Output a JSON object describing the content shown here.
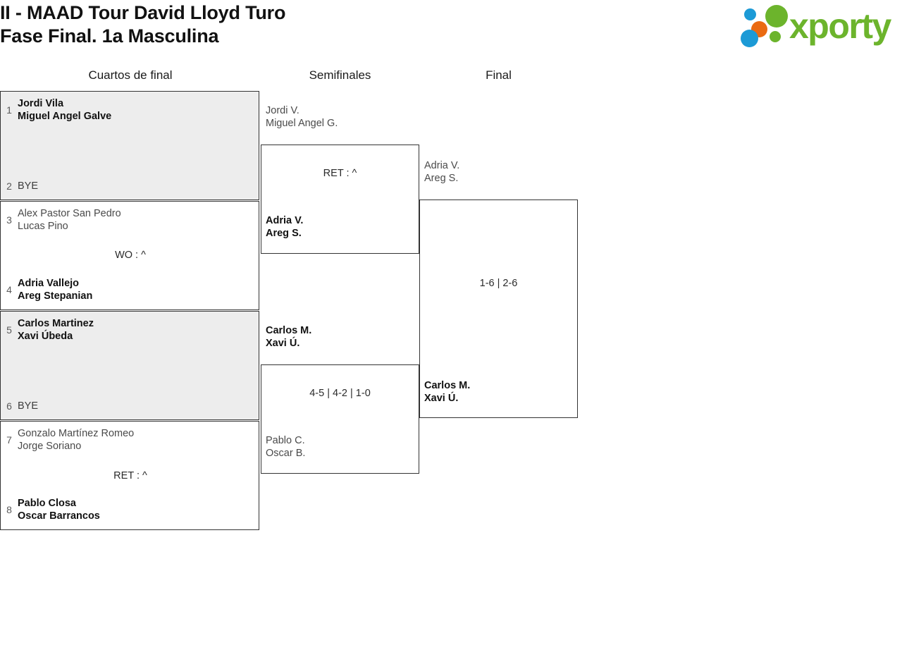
{
  "header": {
    "title_line_1": "II - MAAD Tour David Lloyd Turo",
    "title_line_2": "Fase Final. 1a Masculina",
    "logo_word": "xporty"
  },
  "rounds": [
    {
      "label": "Cuartos de final"
    },
    {
      "label": "Semifinales"
    },
    {
      "label": "Final"
    }
  ],
  "quarterfinals": [
    {
      "top": {
        "seed": "1",
        "player_1": "Jordi Vila",
        "player_2": "Miguel Angel Galve",
        "winner": true
      },
      "bottom": {
        "seed": "2",
        "bye_label": "BYE",
        "winner": false
      },
      "score": ""
    },
    {
      "top": {
        "seed": "3",
        "player_1": "Alex Pastor San Pedro",
        "player_2": "Lucas Pino",
        "winner": false
      },
      "bottom": {
        "seed": "4",
        "player_1": "Adria Vallejo",
        "player_2": "Areg Stepanian",
        "winner": true
      },
      "score": "WO : ^"
    },
    {
      "top": {
        "seed": "5",
        "player_1": "Carlos Martinez",
        "player_2": "Xavi Úbeda",
        "winner": true
      },
      "bottom": {
        "seed": "6",
        "bye_label": "BYE",
        "winner": false
      },
      "score": ""
    },
    {
      "top": {
        "seed": "7",
        "player_1": "Gonzalo Martínez Romeo",
        "player_2": "Jorge Soriano",
        "winner": false
      },
      "bottom": {
        "seed": "8",
        "player_1": "Pablo Closa",
        "player_2": "Oscar Barrancos",
        "winner": true
      },
      "score": "RET : ^"
    }
  ],
  "semifinals": [
    {
      "score": "RET : ^",
      "top": {
        "player_1": "Jordi V.",
        "player_2": "Miguel Angel G.",
        "winner": false
      },
      "bottom": {
        "player_1": "Adria V.",
        "player_2": "Areg S.",
        "winner": true
      }
    },
    {
      "score": "4-5 | 4-2 | 1-0",
      "top": {
        "player_1": "Carlos M.",
        "player_2": "Xavi Ú.",
        "winner": true
      },
      "bottom": {
        "player_1": "Pablo C.",
        "player_2": "Oscar B.",
        "winner": false
      }
    }
  ],
  "final": {
    "score": "1-6 | 2-6",
    "top": {
      "player_1": "Adria V.",
      "player_2": "Areg S.",
      "winner": false
    },
    "bottom": {
      "player_1": "Carlos M.",
      "player_2": "Xavi Ú.",
      "winner": true
    }
  },
  "colors": {
    "shaded_row": "#ededed",
    "border": "#333333",
    "logo_green": "#6cb42c",
    "logo_blue": "#1c9ad6",
    "logo_orange": "#ea6a11"
  }
}
